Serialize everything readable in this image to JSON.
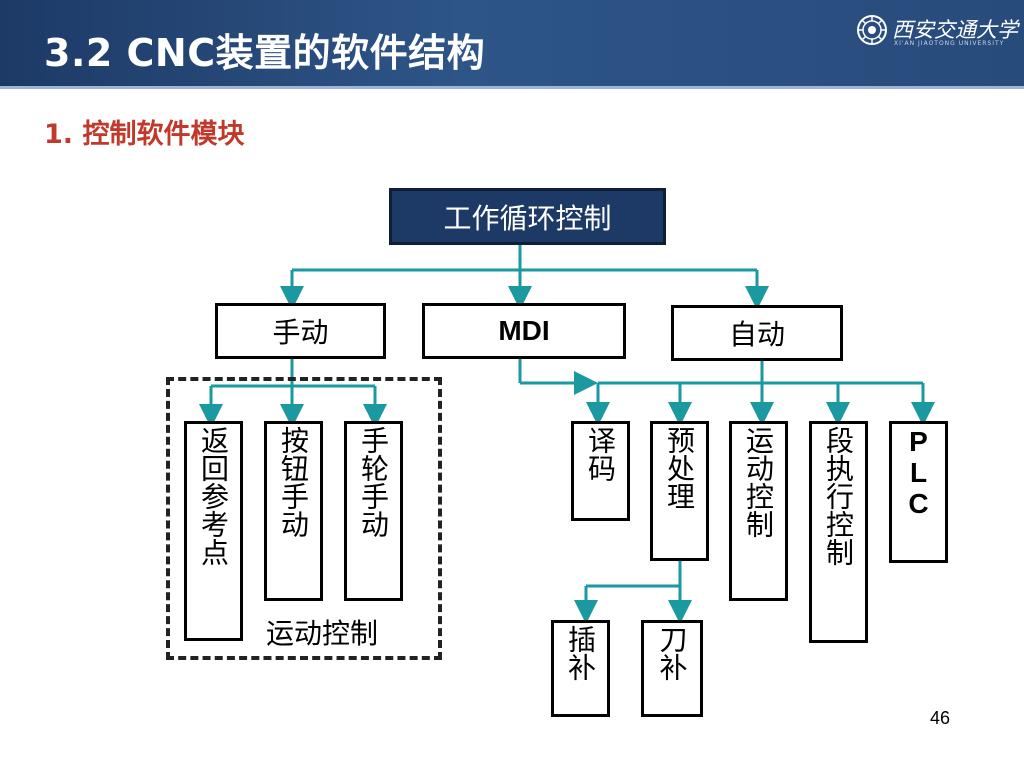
{
  "header": {
    "title": "3.2  CNC装置的软件结构",
    "logo_text": "西安交通大学",
    "logo_sub": "XI'AN JIAOTONG UNIVERSITY",
    "logo_icon": "university-seal-icon"
  },
  "subtitle": "1. 控制软件模块",
  "diagram": {
    "root": "工作循环控制",
    "modes": {
      "manual": "手动",
      "mdi": "MDI",
      "auto": "自动"
    },
    "manual_children": [
      "返回参考点",
      "按钮手动",
      "手轮手动"
    ],
    "manual_group_label": "运动控制",
    "auto_children": [
      "译码",
      "预处理",
      "运动控制",
      "段执行控制",
      "PLC"
    ],
    "preprocess_children": [
      "插补",
      "刀补"
    ]
  },
  "colors": {
    "header_bg": "#1d3a66",
    "root_bg": "#1d3a66",
    "connector": "#1a9aa0",
    "subtitle": "#c0392b"
  },
  "page_number": "46"
}
